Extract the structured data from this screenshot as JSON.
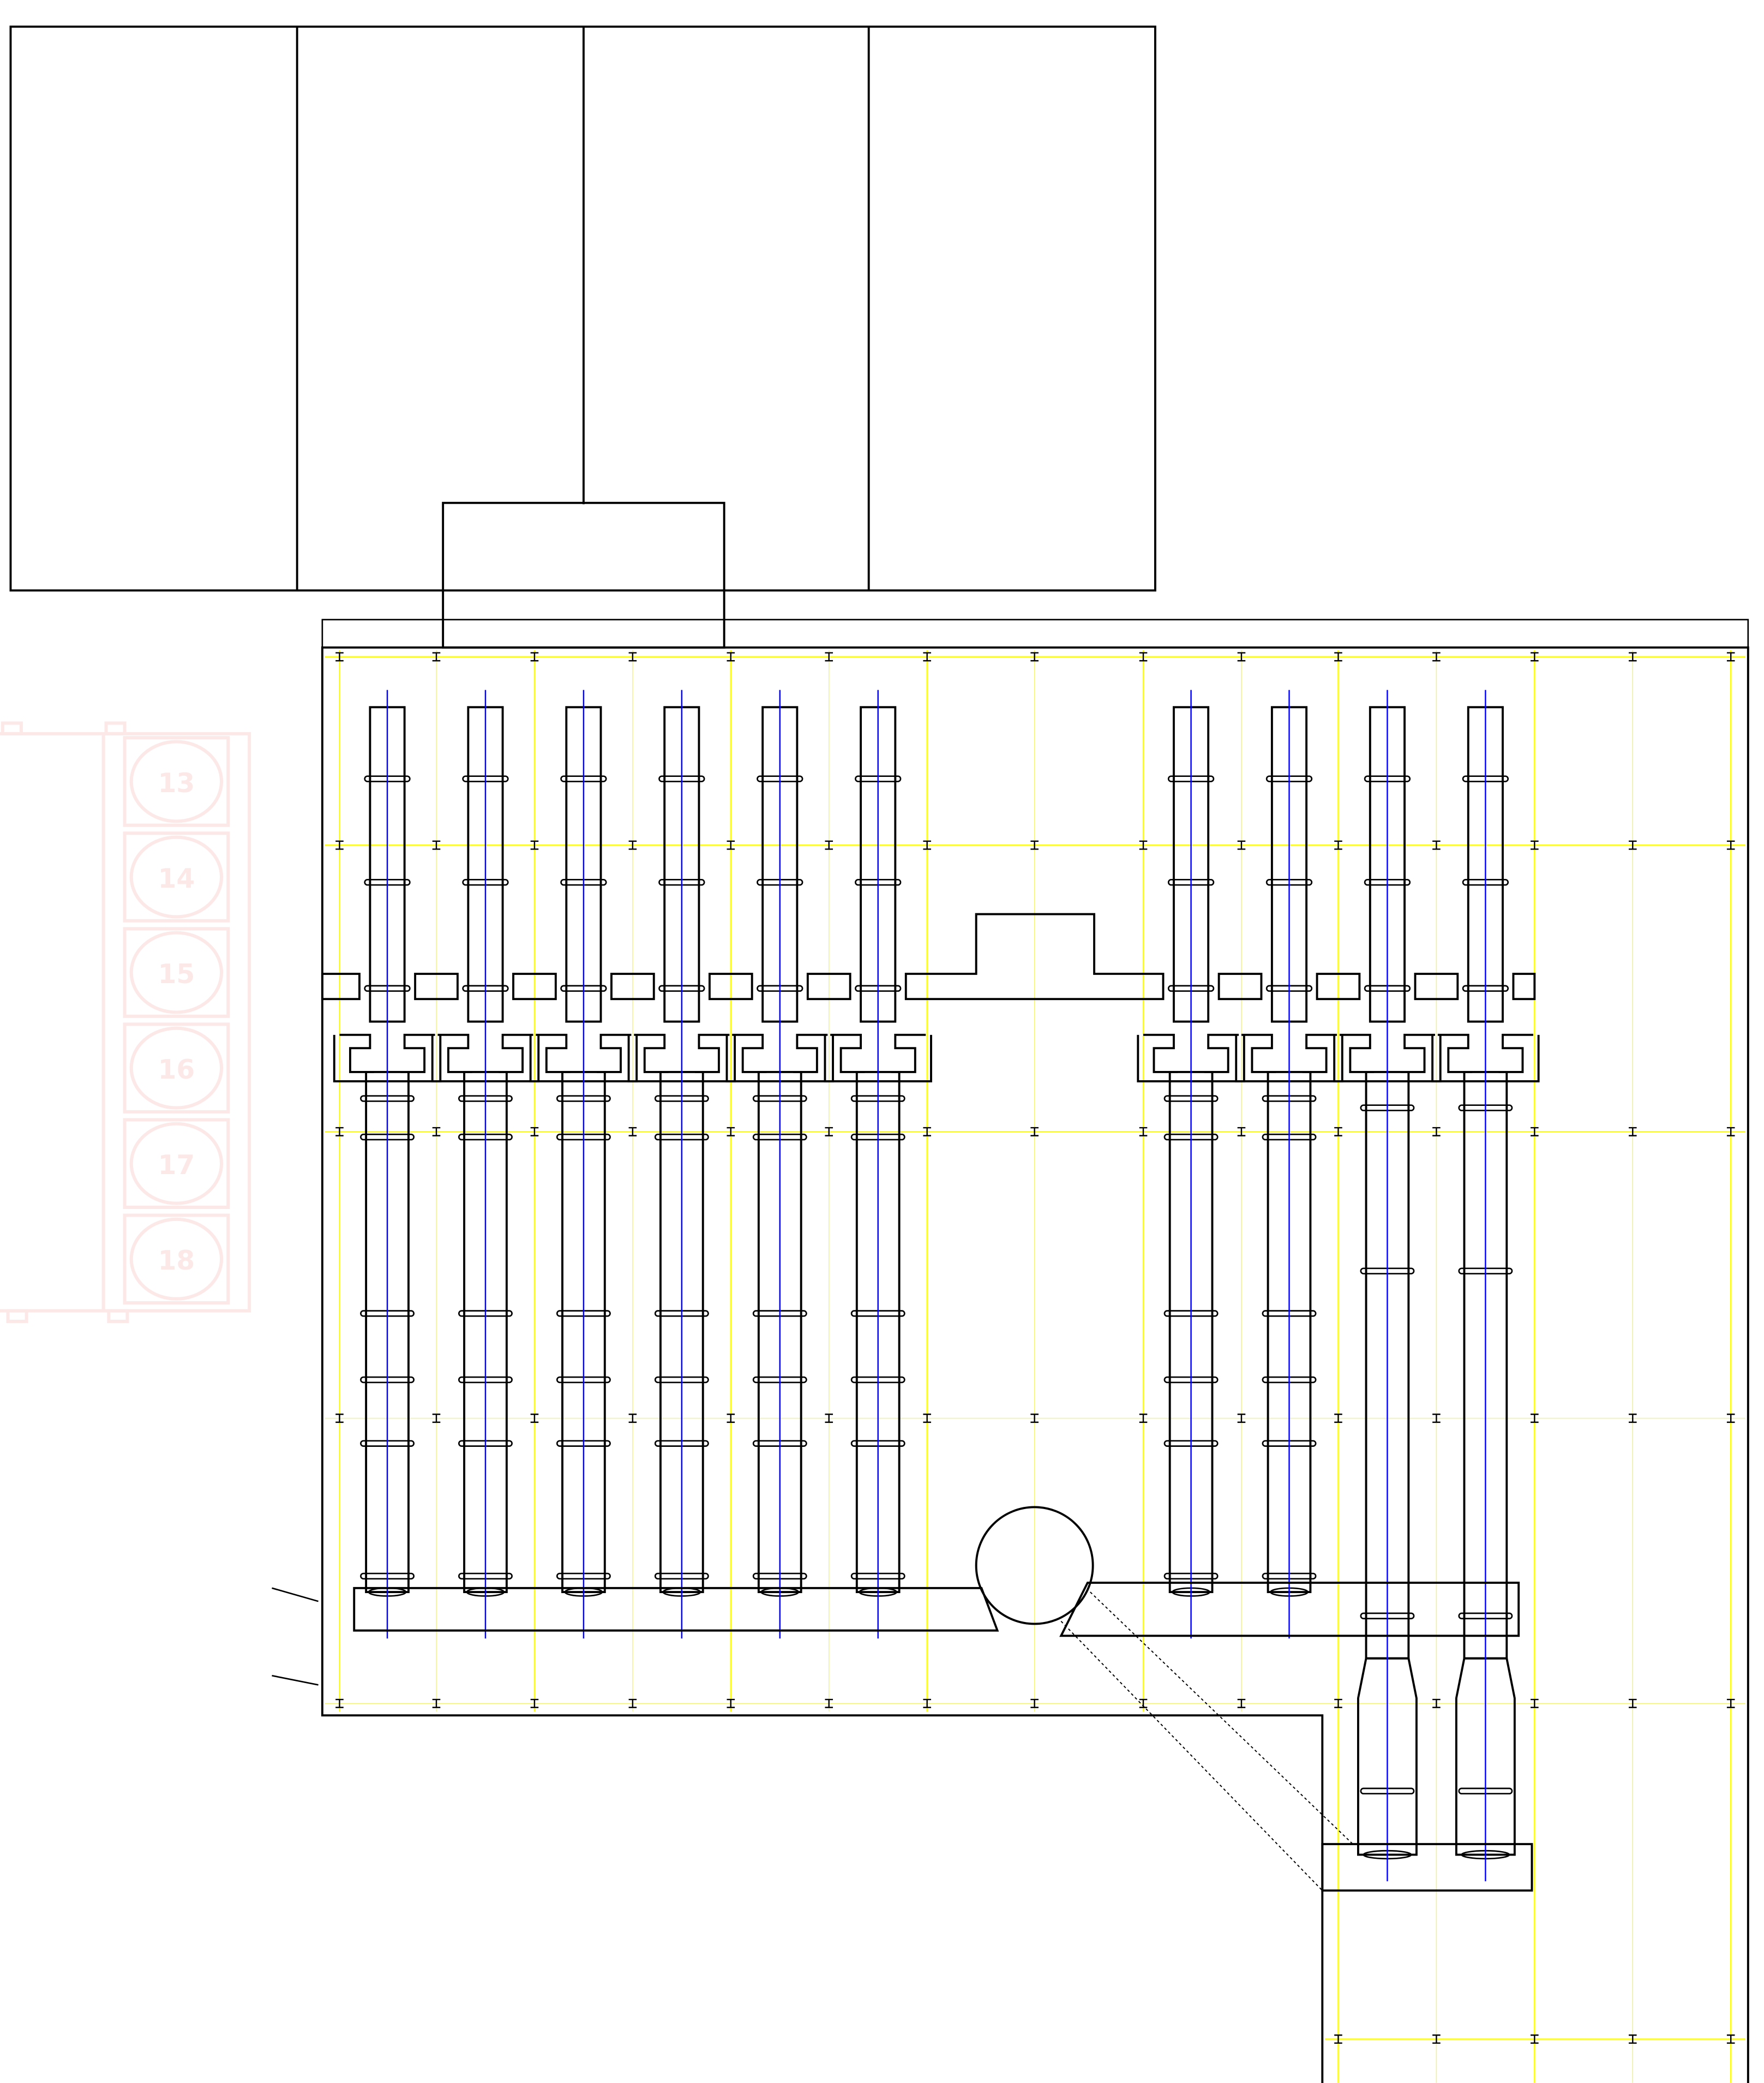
{
  "drawing": {
    "type": "piping layout plan",
    "watermark_labels": [
      "13",
      "14",
      "15",
      "16",
      "17",
      "18"
    ],
    "colors": {
      "outline": "#000000",
      "grid": "#ffff00",
      "centerline": "#0000ff",
      "watermark": "#fde8e8"
    }
  }
}
